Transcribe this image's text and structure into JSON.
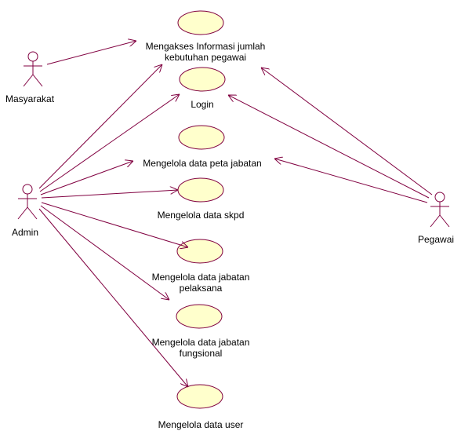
{
  "colors": {
    "stroke": "#800040",
    "ellipse_fill": "#ffffcc",
    "ellipse_stroke": "#800040",
    "text": "#000000"
  },
  "actors": {
    "masyarakat": "Masyarakat",
    "admin": "Admin",
    "pegawai": "Pegawai"
  },
  "use_cases": {
    "uc1": {
      "line1": "Mengakses Informasi jumlah",
      "line2": "kebutuhan pegawai"
    },
    "uc2": {
      "line1": "Login"
    },
    "uc3": {
      "line1": "Mengelola data peta jabatan"
    },
    "uc4": {
      "line1": "Mengelola data skpd"
    },
    "uc5": {
      "line1": "Mengelola data jabatan",
      "line2": "pelaksana"
    },
    "uc6": {
      "line1": "Mengelola data jabatan",
      "line2": "fungsional"
    },
    "uc7": {
      "line1": "Mengelola data user"
    }
  }
}
